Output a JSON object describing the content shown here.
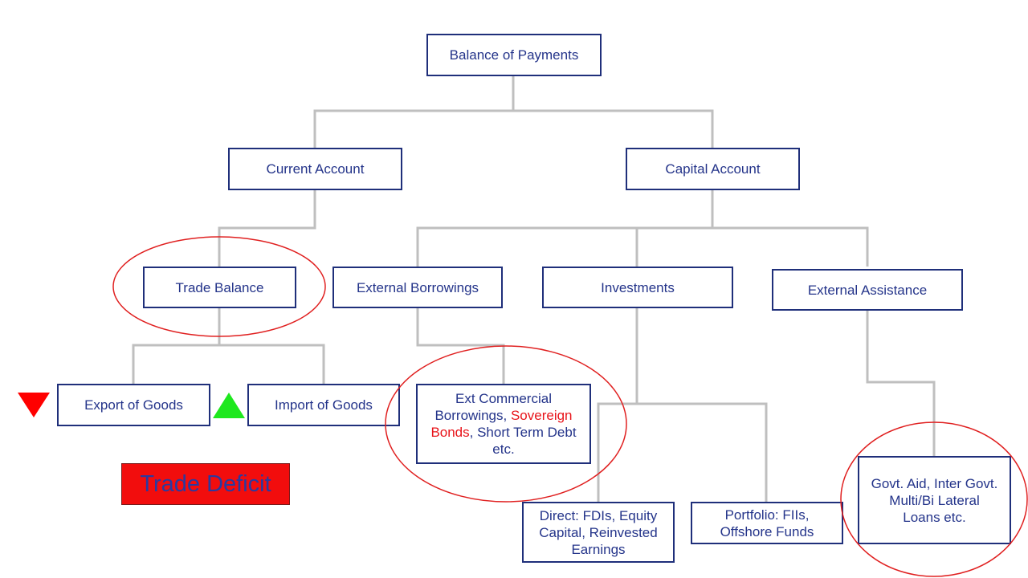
{
  "nodes": {
    "balance_of_payments": "Balance of Payments",
    "current_account": "Current Account",
    "capital_account": "Capital Account",
    "trade_balance": "Trade Balance",
    "external_borrowings": "External Borrowings",
    "investments": "Investments",
    "external_assistance": "External Assistance",
    "export_of_goods": "Export of Goods",
    "import_of_goods": "Import of Goods",
    "ecb": {
      "part1": "Ext Commercial Borrowings, ",
      "highlight": "Sovereign Bonds",
      "part2": ", Short Term Debt etc."
    },
    "direct": "Direct: FDIs, Equity Capital, Reinvested Earnings",
    "portfolio": "Portfolio: FIIs, Offshore Funds",
    "govt_aid": "Govt. Aid, Inter Govt. Multi/Bi Lateral Loans etc."
  },
  "badge": {
    "label": "Trade Deficit"
  },
  "colors": {
    "box_border": "#1f2f7a",
    "text": "#24348a",
    "connector": "#bfbfbf",
    "highlight_ellipse": "#e02020",
    "down_arrow": "#ff0000",
    "up_arrow": "#1ee81e",
    "badge_fill": "#f20d0d"
  }
}
